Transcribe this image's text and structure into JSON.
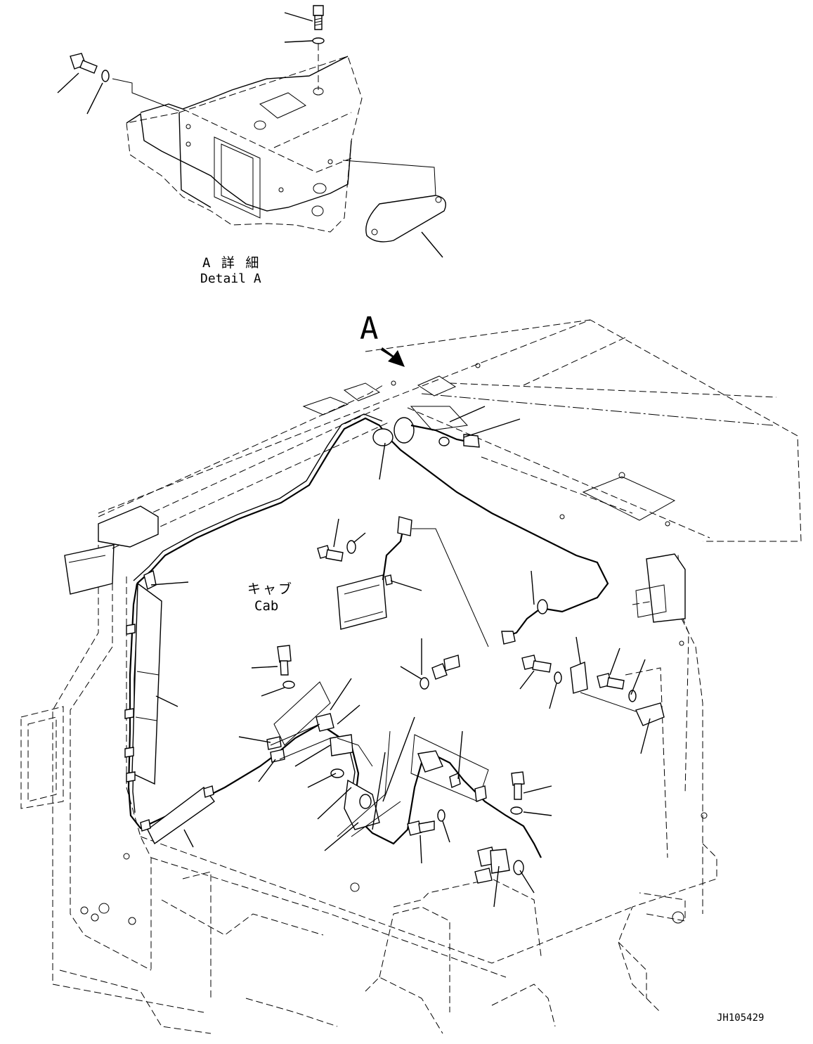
{
  "detail_a": {
    "label_jp": "A 詳 細",
    "label_en": "Detail A"
  },
  "view_marker": "A",
  "cab": {
    "label_jp": "キャブ",
    "label_en": "Cab"
  },
  "drawing_number": "JH105429"
}
